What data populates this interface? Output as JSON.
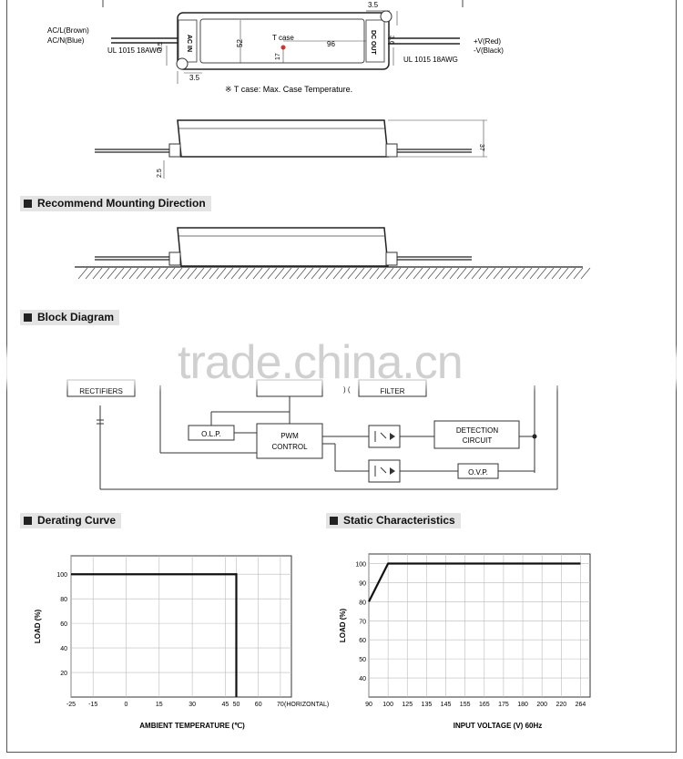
{
  "top_drawing": {
    "ac_l": "AC/L(Brown)",
    "ac_n": "AC/N(Blue)",
    "awg_left": "UL 1015 18AWG",
    "awg_right": "UL 1015 18AWG",
    "v_red": "+V(Red)",
    "v_black": "-V(Black)",
    "ac_in": "AC IN",
    "dc_out": "DC OUT",
    "tcase": "T case",
    "dim_35_top": "3.5",
    "dim_35_left": "3.5",
    "dim_35_bottom": "3.5",
    "dim_36": "3.6",
    "dim_52": "52",
    "dim_17": "17",
    "dim_96": "96",
    "tcase_note": "※ T case: Max. Case Temperature."
  },
  "side_drawing": {
    "dim_25": "2.5",
    "dim_37": "37"
  },
  "sections": {
    "mounting": "Recommend Mounting Direction",
    "block": "Block Diagram",
    "derating": "Derating Curve",
    "static": "Static Characteristics"
  },
  "block_diagram": {
    "rectifiers": "RECTIFIERS",
    "filter": "FILTER",
    "olp": "O.L.P.",
    "pwm_1": "PWM",
    "pwm_2": "CONTROL",
    "detection_1": "DETECTION",
    "detection_2": "CIRCUIT",
    "ovp": "O.V.P."
  },
  "watermark": "trade.china.cn",
  "chart_data": [
    {
      "type": "line",
      "xlabel": "AMBIENT TEMPERATURE (℃)",
      "ylabel": "LOAD (%)",
      "x_ticks": [
        "-25",
        "-15",
        "0",
        "15",
        "30",
        "45",
        "50",
        "60",
        "70"
      ],
      "x_tick_values": [
        -25,
        -15,
        0,
        15,
        30,
        45,
        50,
        60,
        70
      ],
      "x_suffix": "(HORIZONTAL)",
      "y_ticks": [
        "20",
        "40",
        "60",
        "80",
        "100"
      ],
      "y_tick_values": [
        20,
        40,
        60,
        80,
        100
      ],
      "series": [
        {
          "x": [
            -25,
            50,
            50
          ],
          "y": [
            100,
            100,
            0
          ]
        }
      ],
      "xlim": [
        -25,
        75
      ],
      "ylim": [
        0,
        115
      ],
      "grid": true
    },
    {
      "type": "line",
      "xlabel": "INPUT VOLTAGE (V) 60Hz",
      "ylabel": "LOAD (%)",
      "x_ticks": [
        "90",
        "100",
        "125",
        "135",
        "145",
        "155",
        "165",
        "175",
        "180",
        "200",
        "220",
        "264"
      ],
      "y_ticks": [
        "40",
        "50",
        "60",
        "70",
        "80",
        "90",
        "100"
      ],
      "y_tick_values": [
        40,
        50,
        60,
        70,
        80,
        90,
        100
      ],
      "series": [
        {
          "x_index": [
            0,
            1,
            11
          ],
          "y": [
            80,
            100,
            100
          ]
        }
      ],
      "ylim": [
        30,
        105
      ],
      "grid": true
    }
  ]
}
